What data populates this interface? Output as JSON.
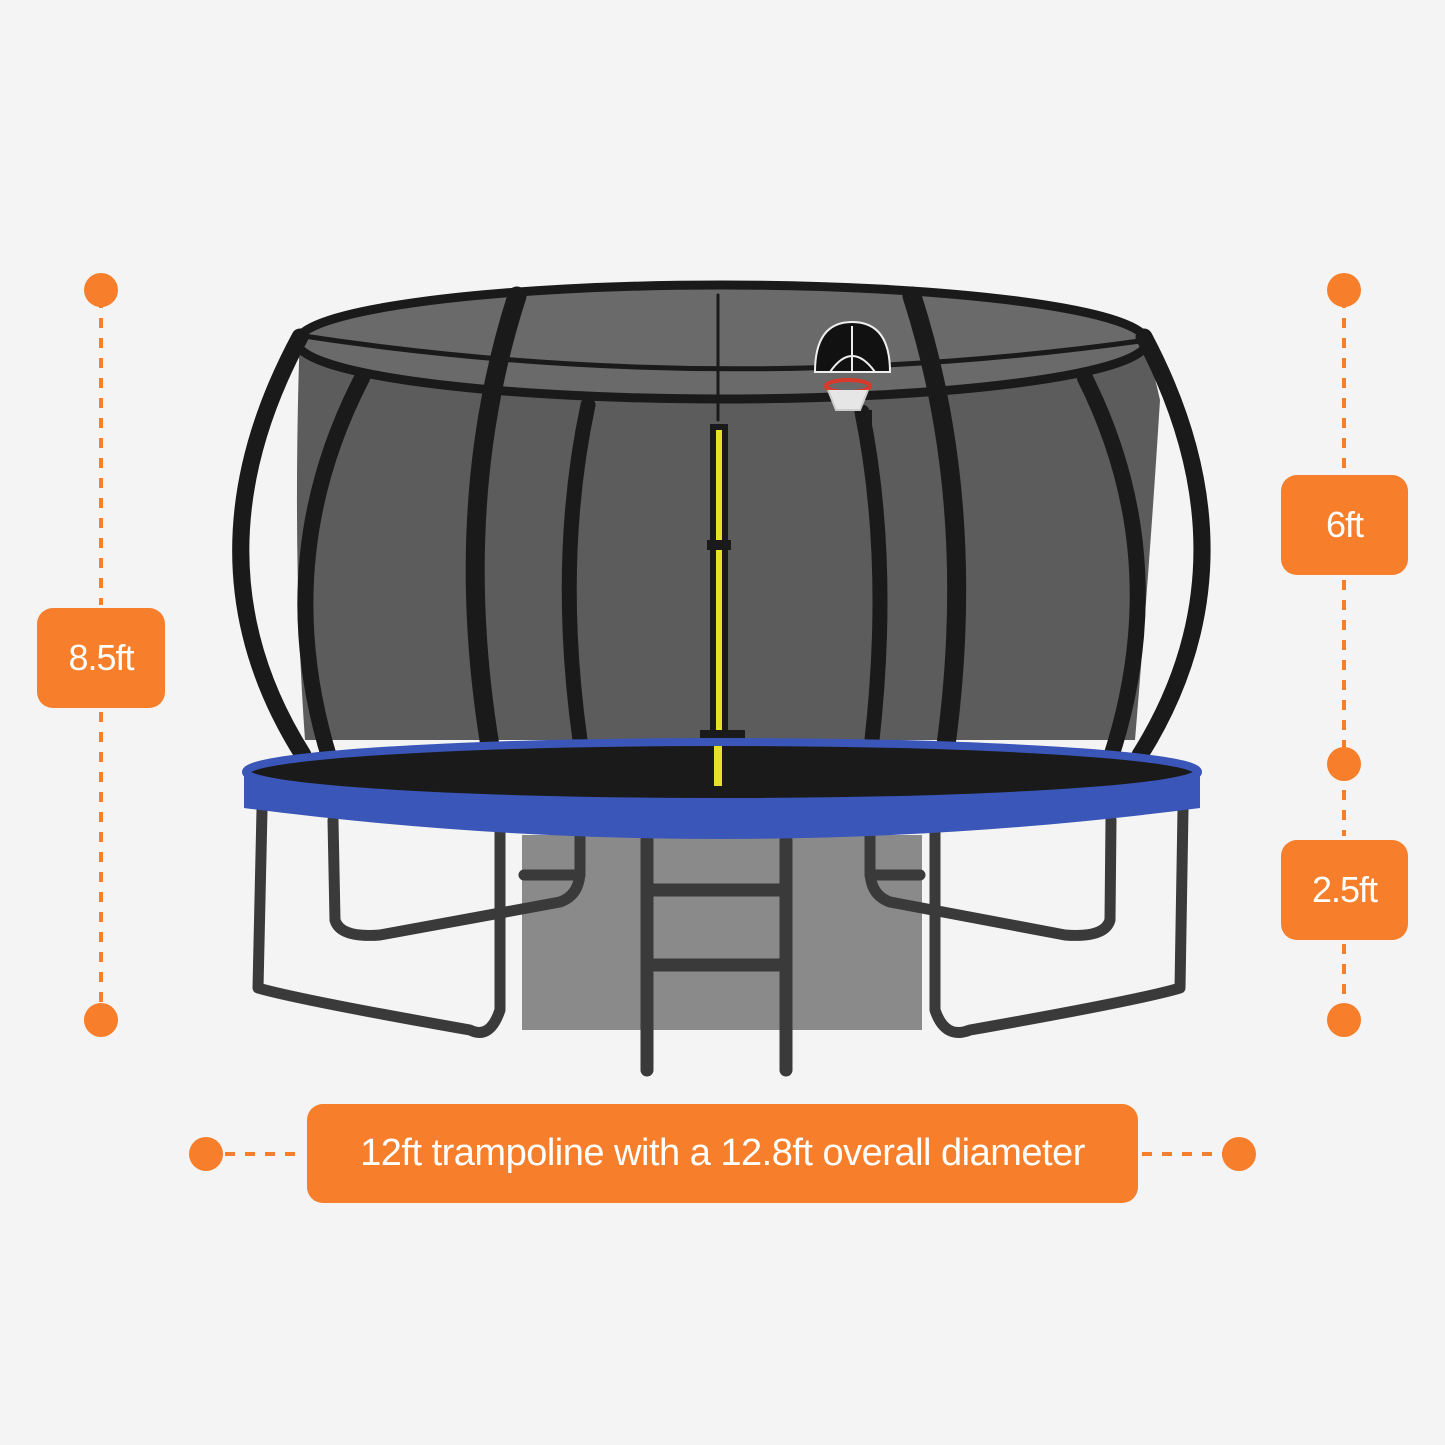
{
  "dimensions": {
    "total_height": "8.5ft",
    "net_height": "6ft",
    "frame_height": "2.5ft",
    "diameter_caption": "12ft trampoline with a 12.8ft overall diameter"
  },
  "colors": {
    "background": "#f4f4f4",
    "accent_orange": "#f77e2a",
    "pad_blue": "#3a56b8",
    "frame_black": "#1a1a1a",
    "net_gray": "#5c5c5c",
    "pole_yellow": "#e8e12a"
  },
  "icons": [
    "dimension-marker-icon",
    "basketball-hoop-icon",
    "ladder-icon"
  ]
}
